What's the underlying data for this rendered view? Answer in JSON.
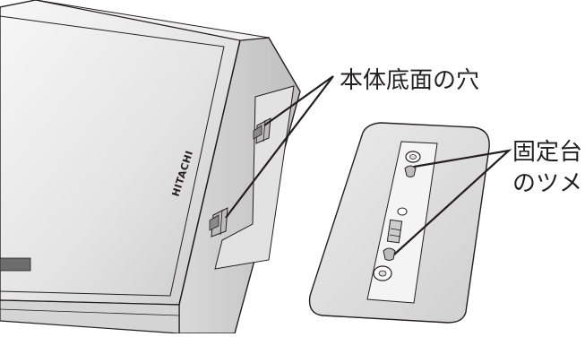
{
  "labels": {
    "body_holes": "本体底面の穴",
    "stand_tabs_line1": "固定台",
    "stand_tabs_line2": "のツメ"
  },
  "brand": {
    "logo_text": "HITACHI"
  },
  "colors": {
    "outline": "#231f20",
    "panel_light": "#ededed",
    "panel_mid": "#d2d2d2",
    "panel_dark": "#bdbdbd",
    "stand_fill": "#e0e0e0",
    "stand_strip": "#f4f4f4"
  }
}
